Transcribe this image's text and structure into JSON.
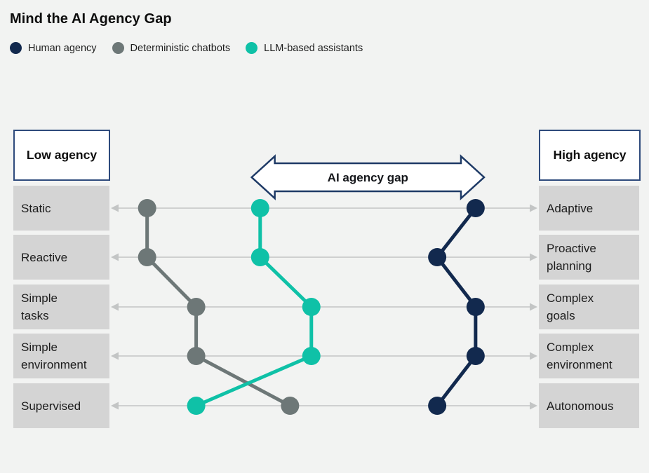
{
  "title": "Mind the AI Agency Gap",
  "endpoints": {
    "low_label": "Low agency",
    "high_label": "High agency"
  },
  "rows": [
    {
      "left": "Static",
      "right": "Adaptive"
    },
    {
      "left": "Reactive",
      "right": "Proactive\nplanning"
    },
    {
      "left": "Simple\ntasks",
      "right": "Complex\ngoals"
    },
    {
      "left": "Simple\nenvironment",
      "right": "Complex\nenvironment"
    },
    {
      "left": "Supervised",
      "right": "Autonomous"
    }
  ],
  "colors": {
    "background": "#f2f3f2",
    "row_box": "#d4d4d4",
    "row_line": "#c3c5c5",
    "navy": "#12294e",
    "gray": "#6d7777",
    "teal": "#0fc1a7",
    "arrow_border": "#1e3a66",
    "arrow_fill": "#ffffff"
  },
  "chart_data": {
    "type": "line",
    "subtype": "horizontal-bump-chart",
    "title": "Mind the AI Agency Gap",
    "categories": [
      "Static / Adaptive",
      "Reactive / Proactive planning",
      "Simple tasks / Complex goals",
      "Simple environment / Complex environment",
      "Supervised / Autonomous"
    ],
    "value_scale": {
      "min": 0,
      "max": 100,
      "meaning": "position between Low agency (0) and High agency (100)"
    },
    "series": [
      {
        "name": "Human agency",
        "color": "#12294e",
        "values": [
          85.5,
          76.5,
          85.5,
          85.5,
          76.5
        ]
      },
      {
        "name": "Deterministic chatbots",
        "color": "#6d7777",
        "values": [
          8.5,
          8.5,
          20,
          20,
          42
        ]
      },
      {
        "name": "LLM-based assistants",
        "color": "#0fc1a7",
        "values": [
          35,
          35,
          47,
          47,
          20
        ]
      }
    ],
    "annotation": {
      "label": "AI agency gap",
      "row": "Static / Adaptive",
      "from_value": 33,
      "to_value": 87.5
    },
    "legend_position": "top-left",
    "grid": false
  }
}
